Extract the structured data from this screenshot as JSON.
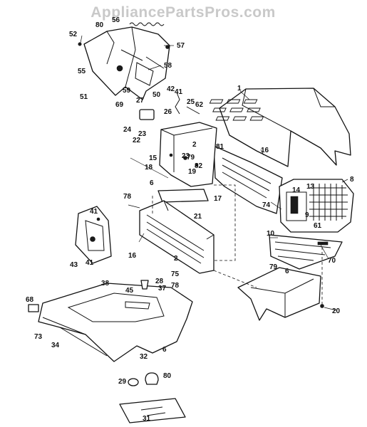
{
  "watermark": "AppliancePartsPros.com",
  "callouts": [
    {
      "id": "c1",
      "text": "1"
    },
    {
      "id": "c2a",
      "text": "2"
    },
    {
      "id": "c2b",
      "text": "2"
    },
    {
      "id": "c6a",
      "text": "6"
    },
    {
      "id": "c6b",
      "text": "6"
    },
    {
      "id": "c6c",
      "text": "6"
    },
    {
      "id": "c8",
      "text": "8"
    },
    {
      "id": "c9",
      "text": "9"
    },
    {
      "id": "c10",
      "text": "10"
    },
    {
      "id": "c13",
      "text": "13"
    },
    {
      "id": "c14",
      "text": "14"
    },
    {
      "id": "c15",
      "text": "15"
    },
    {
      "id": "c16a",
      "text": "16"
    },
    {
      "id": "c16b",
      "text": "16"
    },
    {
      "id": "c17",
      "text": "17"
    },
    {
      "id": "c18",
      "text": "18"
    },
    {
      "id": "c19",
      "text": "19"
    },
    {
      "id": "c20",
      "text": "20"
    },
    {
      "id": "c21",
      "text": "21"
    },
    {
      "id": "c22",
      "text": "22"
    },
    {
      "id": "c23a",
      "text": "23"
    },
    {
      "id": "c23b",
      "text": "23"
    },
    {
      "id": "c24",
      "text": "24"
    },
    {
      "id": "c25",
      "text": "25"
    },
    {
      "id": "c26",
      "text": "26"
    },
    {
      "id": "c27",
      "text": "27"
    },
    {
      "id": "c28",
      "text": "28"
    },
    {
      "id": "c29",
      "text": "29"
    },
    {
      "id": "c31",
      "text": "31"
    },
    {
      "id": "c32",
      "text": "32"
    },
    {
      "id": "c34",
      "text": "34"
    },
    {
      "id": "c37",
      "text": "37"
    },
    {
      "id": "c38",
      "text": "38"
    },
    {
      "id": "c41a",
      "text": "41"
    },
    {
      "id": "c41b",
      "text": "41"
    },
    {
      "id": "c41c",
      "text": "41"
    },
    {
      "id": "c42",
      "text": "42"
    },
    {
      "id": "c43",
      "text": "43"
    },
    {
      "id": "c45",
      "text": "45"
    },
    {
      "id": "c50",
      "text": "50"
    },
    {
      "id": "c51",
      "text": "51"
    },
    {
      "id": "c52",
      "text": "52"
    },
    {
      "id": "c55",
      "text": "55"
    },
    {
      "id": "c56",
      "text": "56"
    },
    {
      "id": "c57",
      "text": "57"
    },
    {
      "id": "c58",
      "text": "58"
    },
    {
      "id": "c59",
      "text": "59"
    },
    {
      "id": "c61",
      "text": "61"
    },
    {
      "id": "c62",
      "text": "62"
    },
    {
      "id": "c68",
      "text": "68"
    },
    {
      "id": "c69",
      "text": "69"
    },
    {
      "id": "c70",
      "text": "70"
    },
    {
      "id": "c73",
      "text": "73"
    },
    {
      "id": "c74",
      "text": "74"
    },
    {
      "id": "c75",
      "text": "75"
    },
    {
      "id": "c78a",
      "text": "78"
    },
    {
      "id": "c78b",
      "text": "78"
    },
    {
      "id": "c79a",
      "text": "79"
    },
    {
      "id": "c79b",
      "text": "79"
    },
    {
      "id": "c80a",
      "text": "80"
    },
    {
      "id": "c80b",
      "text": "80"
    },
    {
      "id": "c81",
      "text": "81"
    },
    {
      "id": "c82",
      "text": "82"
    }
  ]
}
